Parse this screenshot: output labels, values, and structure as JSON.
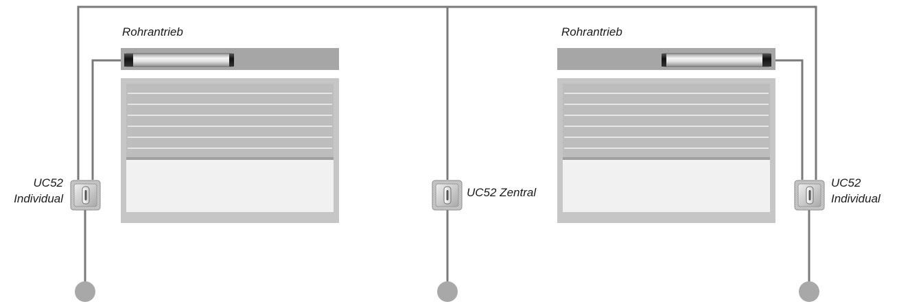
{
  "labels": {
    "motor_left": "Rohrantrieb",
    "motor_right": "Rohrantrieb",
    "switch_left_line1": "UC52",
    "switch_left_line2": "Individual",
    "switch_center": "UC52 Zentral",
    "switch_right_line1": "UC52",
    "switch_right_line2": "Individual"
  },
  "colors": {
    "wire": "#7a7a7a",
    "cassette": "#a6a6a6",
    "frame": "#c6c6c6",
    "shutter": "#bdbdbd",
    "slat_line": "#f2f2f2",
    "window_glass": "#f1f1f1",
    "power_node": "#a8a8a8"
  },
  "icons": {
    "switch": "rocker-switch-icon",
    "motor": "tubular-motor-icon",
    "node": "power-supply-node-icon"
  }
}
